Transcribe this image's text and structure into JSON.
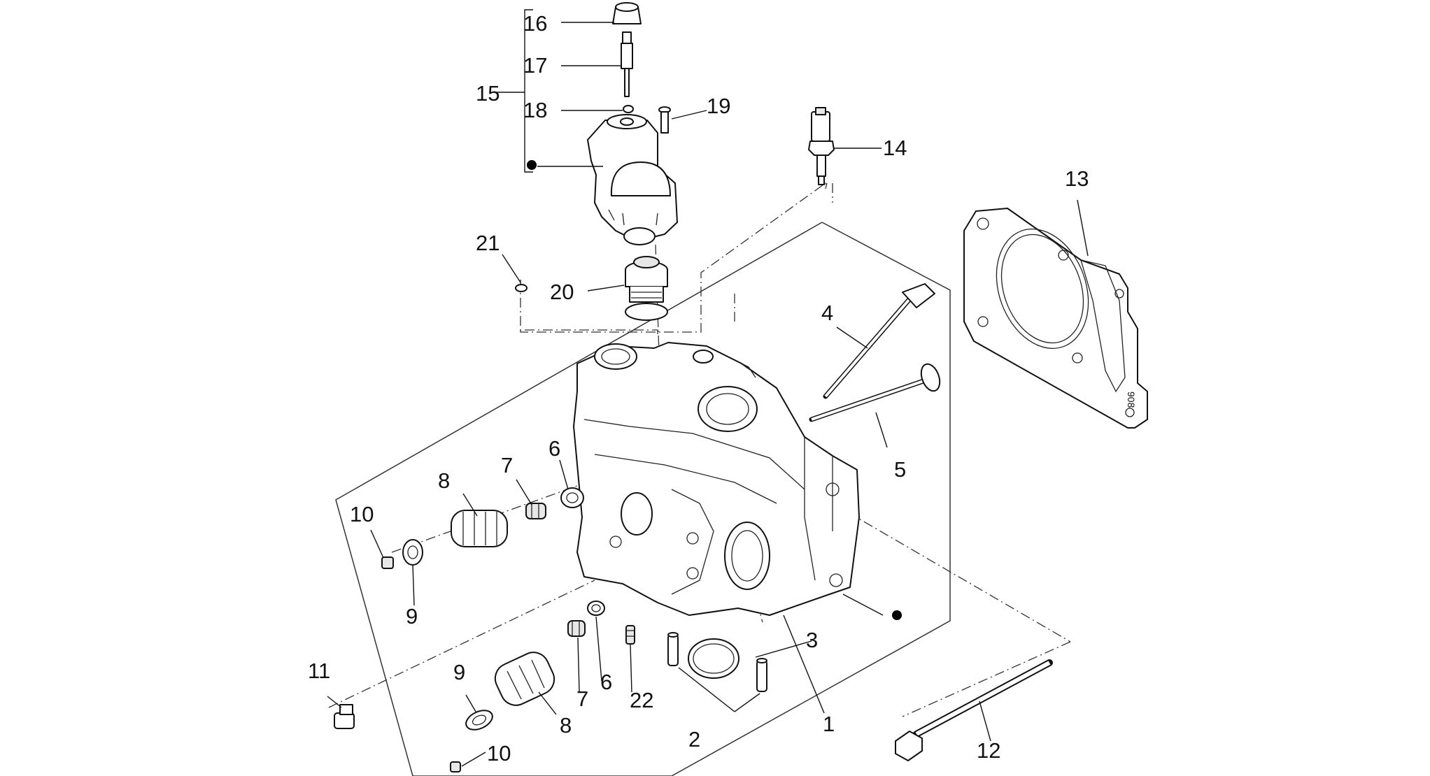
{
  "callouts": {
    "c1": "1",
    "c2": "2",
    "c3": "3",
    "c4": "4",
    "c5": "5",
    "c6a": "6",
    "c6b": "6",
    "c7a": "7",
    "c7b": "7",
    "c8a": "8",
    "c8b": "8",
    "c9a": "9",
    "c9b": "9",
    "c10a": "10",
    "c10b": "10",
    "c11": "11",
    "c12": "12",
    "c13": "13",
    "c14": "14",
    "c15": "15",
    "c16": "16",
    "c17": "17",
    "c18": "18",
    "c19": "19",
    "c20": "20",
    "c21": "21",
    "c22": "22"
  }
}
